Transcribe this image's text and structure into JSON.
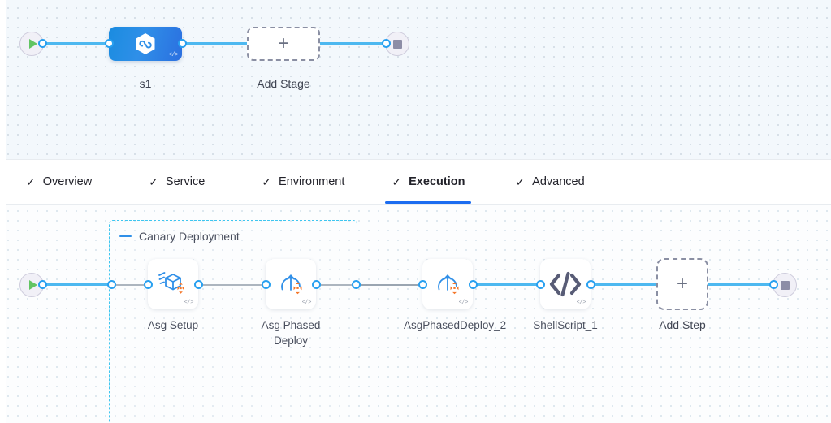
{
  "stage_canvas": {
    "start_node": {
      "icon": "play-icon",
      "name": "pipeline-start"
    },
    "end_node": {
      "icon": "stop-icon",
      "name": "pipeline-end"
    },
    "stage": {
      "label": "s1",
      "icon": "harness-hexagon-icon",
      "code_badge": "</>"
    },
    "add_stage": {
      "label": "Add Stage",
      "icon": "plus-icon"
    }
  },
  "tabs": {
    "check_glyph": "✓",
    "items": [
      {
        "label": "Overview",
        "active": false
      },
      {
        "label": "Service",
        "active": false
      },
      {
        "label": "Environment",
        "active": false
      },
      {
        "label": "Execution",
        "active": true
      },
      {
        "label": "Advanced",
        "active": false
      }
    ]
  },
  "execution_canvas": {
    "start_node": {
      "icon": "play-icon",
      "name": "execution-start"
    },
    "end_node": {
      "icon": "stop-icon",
      "name": "execution-end"
    },
    "group": {
      "title": "Canary Deployment",
      "collapse_icon": "minus-icon"
    },
    "steps": [
      {
        "label": "Asg Setup",
        "icon": "asg-setup-cube-icon",
        "code_badge": "</>",
        "in_group": true
      },
      {
        "label": "Asg Phased Deploy",
        "icon": "asg-phased-deploy-icon",
        "code_badge": "</>",
        "in_group": true
      },
      {
        "label": "AsgPhasedDeploy_2",
        "icon": "asg-phased-deploy-icon",
        "code_badge": "</>",
        "in_group": false
      },
      {
        "label": "ShellScript_1",
        "icon": "shell-script-icon",
        "code_badge": "</>",
        "in_group": false
      }
    ],
    "add_step": {
      "label": "Add Step",
      "icon": "plus-icon"
    }
  },
  "colors": {
    "link": "#4db8f0",
    "accent": "#1b6cf0",
    "group_border": "#3ec6f0",
    "stage_gradient_from": "#1a8ce0",
    "stage_gradient_to": "#2b6fe0",
    "play_green": "#62c462",
    "stop_gray": "#8d8da6",
    "step_accent_orange": "#f4772a",
    "step_accent_blue": "#2f8fe8"
  }
}
